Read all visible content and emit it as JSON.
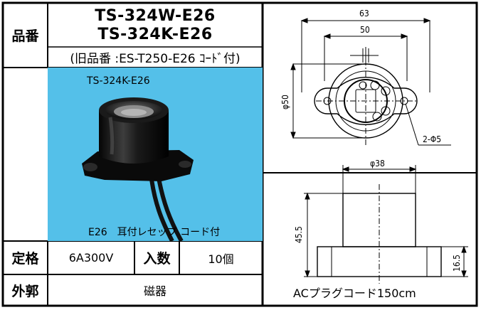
{
  "labels": {
    "hinban": "品番",
    "teikaku": "定格",
    "irisu": "入数",
    "gaikaku": "外郭"
  },
  "models": {
    "model_w": "TS-324W-E26",
    "model_k": "TS-324K-E26",
    "old_number": "(旧品番 :ES-T250-E26 ｺｰﾄﾞ付)"
  },
  "photo": {
    "model_caption": "TS-324K-E26",
    "bottom_caption": "E26　耳付レセップ コード付"
  },
  "specs": {
    "rating_value": "6A300V",
    "quantity_value": "10個",
    "material_value": "磁器"
  },
  "drawing": {
    "dim_63": "63",
    "dim_50": "50",
    "dim_phi50": "φ50",
    "dim_holes": "2-Φ5",
    "dim_phi38": "φ38",
    "dim_455": "45.5",
    "dim_165": "16.5",
    "cord_note": "ACプラグコード150cm"
  },
  "colors": {
    "photo_bg": "#54c0e9",
    "border": "#000000"
  }
}
